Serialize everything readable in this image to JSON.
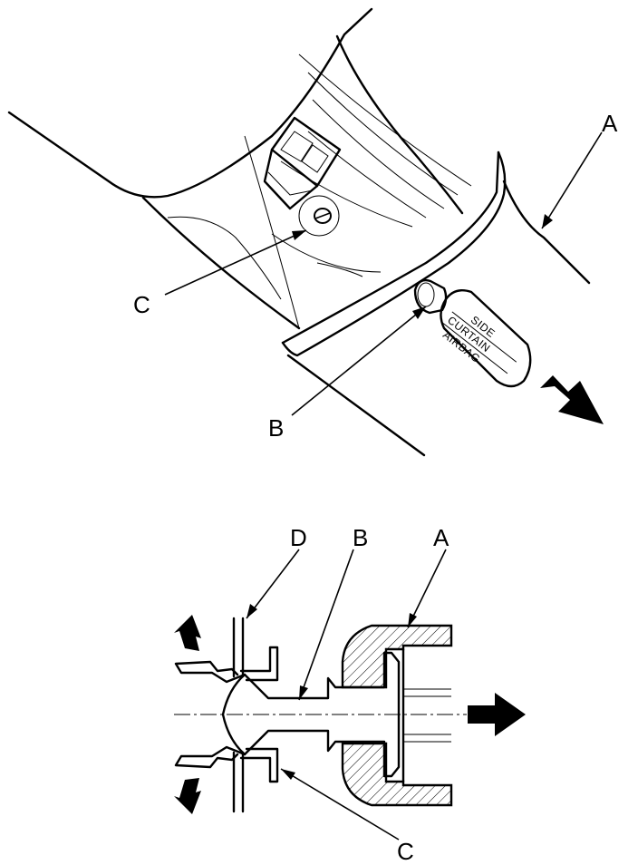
{
  "top_view": {
    "labels": {
      "a": "A",
      "b": "B",
      "c": "C"
    },
    "tag_lines": [
      "SIDE",
      "CURTAIN",
      "AIRBAG"
    ]
  },
  "cross_section": {
    "labels": {
      "a": "A",
      "b": "B",
      "c": "C",
      "d": "D"
    }
  }
}
